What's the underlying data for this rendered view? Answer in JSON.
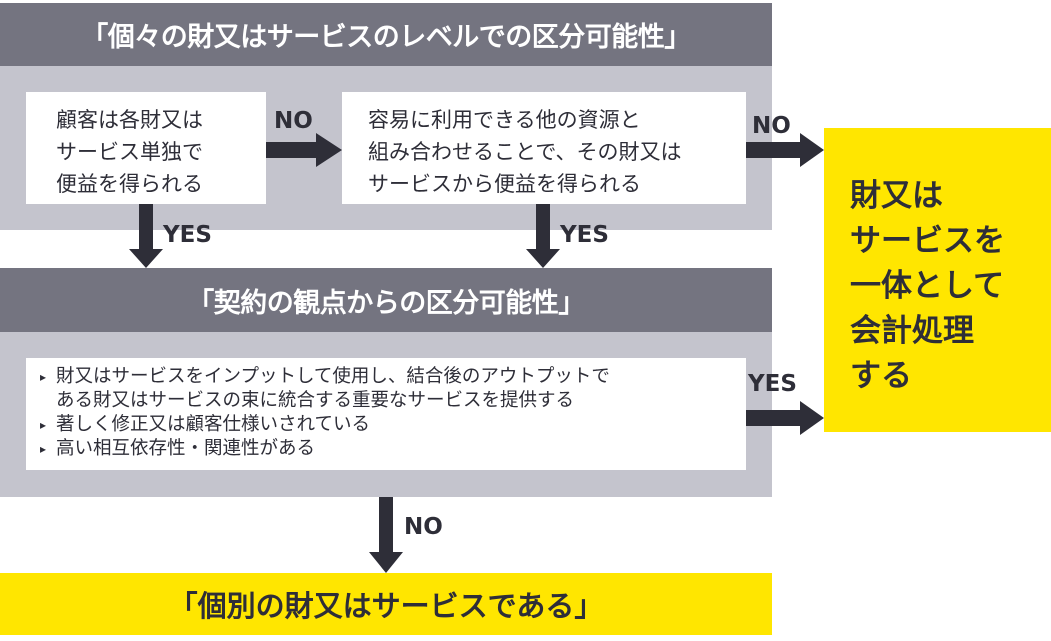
{
  "colors": {
    "header_bg": "#747480",
    "section_bg": "#c4c4cd",
    "box_bg": "#ffffff",
    "arrow": "#2e2e38",
    "result_bg": "#ffe600"
  },
  "step1": {
    "title": "「個々の財又はサービスのレベルでの区分可能性」",
    "question1": [
      "顧客は各財又は",
      "サービス単独で",
      "便益を得られる"
    ],
    "question2": [
      "容易に利用できる他の資源と",
      "組み合わせることで、その財又は",
      "サービスから便益を得られる"
    ]
  },
  "step2": {
    "title": "「契約の観点からの区分可能性」",
    "criteria": [
      "財又はサービスをインプットして使用し、結合後のアウトプットである財又はサービスの束に統合する重要なサービスを提供する",
      "著しく修正又は顧客仕様いされている",
      "高い相互依存性・関連性がある"
    ],
    "criteria_lines": [
      "財又はサービスをインプットして使用し、結合後のアウトプットで",
      "ある財又はサービスの束に統合する重要なサービスを提供する"
    ]
  },
  "arrows": {
    "q1_to_q2": "NO",
    "q2_to_combined": "NO",
    "q1_down": "YES",
    "q2_down": "YES",
    "step2_to_combined": "YES",
    "step2_down": "NO"
  },
  "results": {
    "combined": [
      "財又は",
      "サービスを",
      "一体として",
      "会計処理",
      "する"
    ],
    "distinct": "「個別の財又はサービスである」"
  }
}
